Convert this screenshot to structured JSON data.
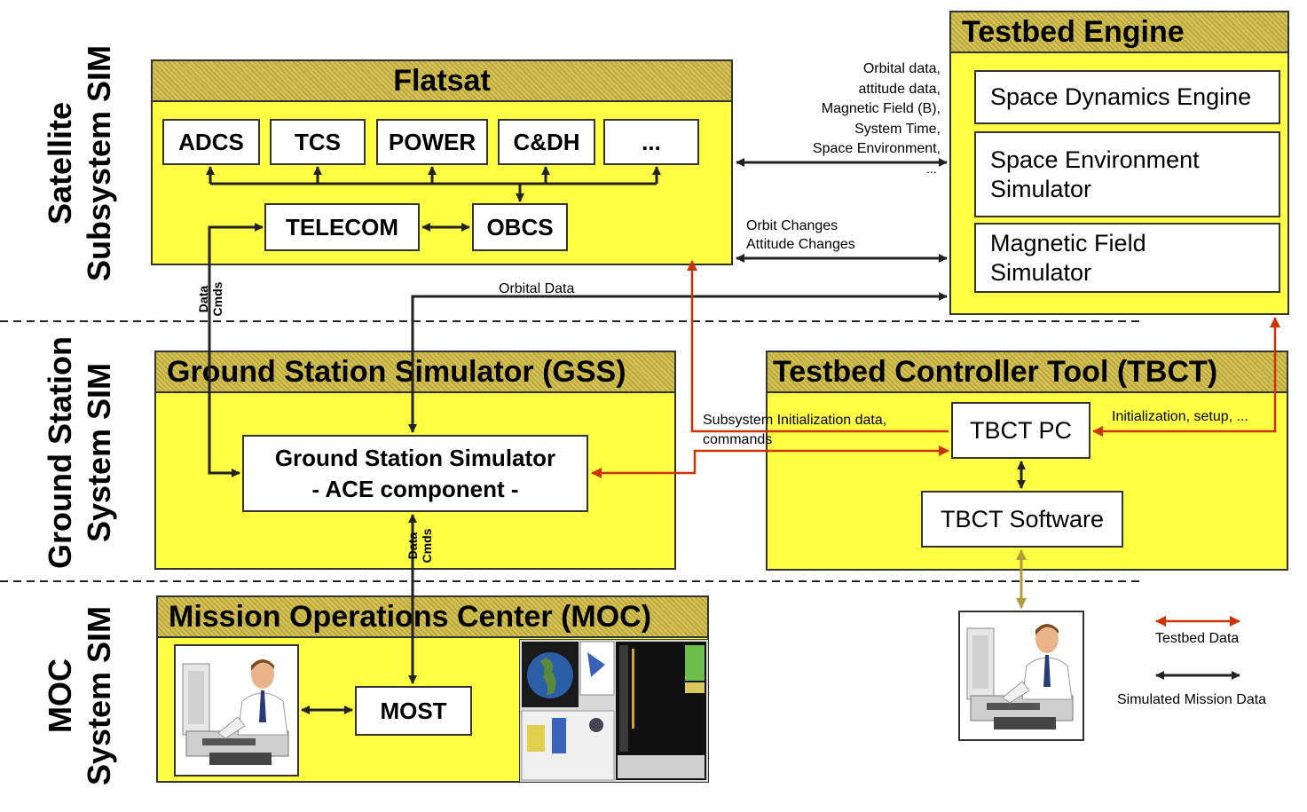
{
  "row_labels": {
    "satellite_line1": "Satellite",
    "satellite_line2": "Subsystem SIM",
    "ground_line1": "Ground Station",
    "ground_line2": "System SIM",
    "moc_line1": "MOC",
    "moc_line2": "System SIM"
  },
  "flatsat": {
    "title": "Flatsat",
    "subsystems": [
      "ADCS",
      "TCS",
      "POWER",
      "C&DH",
      "..."
    ],
    "telecom": "TELECOM",
    "obcs": "OBCS"
  },
  "testbed_engine": {
    "title": "Testbed Engine",
    "space_dynamics": "Space Dynamics Engine",
    "space_env_line1": "Space Environment",
    "space_env_line2": "Simulator",
    "magnetic_line1": "Magnetic Field",
    "magnetic_line2": "Simulator"
  },
  "gss": {
    "title": "Ground Station Simulator (GSS)",
    "component_line1": "Ground Station Simulator",
    "component_line2": "- ACE component -"
  },
  "tbct": {
    "title": "Testbed Controller Tool (TBCT)",
    "pc": "TBCT PC",
    "software": "TBCT Software"
  },
  "moc": {
    "title": "Mission Operations Center (MOC)",
    "most": "MOST"
  },
  "annotations": {
    "engine_data_lines": [
      "Orbital data,",
      "attitude data,",
      "Magnetic Field (B),",
      "System Time,",
      "Space Environment,",
      "..."
    ],
    "orbit_changes": "Orbit Changes",
    "attitude_changes": "Attitude Changes",
    "orbital_data": "Orbital Data",
    "data": "Data",
    "cmds": "Cmds",
    "subsystem_init_line1": "Subsystem Initialization data,",
    "subsystem_init_line2": "commands",
    "init_setup": "Initialization, setup, ..."
  },
  "legend": {
    "testbed_data": "Testbed Data",
    "simulated_mission_data": "Simulated Mission Data"
  },
  "colors": {
    "panel_fill": "#ffff44",
    "header_fill": "#c9b53a",
    "testbed_arrow": "#cc3300",
    "mission_arrow": "#222222",
    "user_arrow": "#b39a40"
  }
}
